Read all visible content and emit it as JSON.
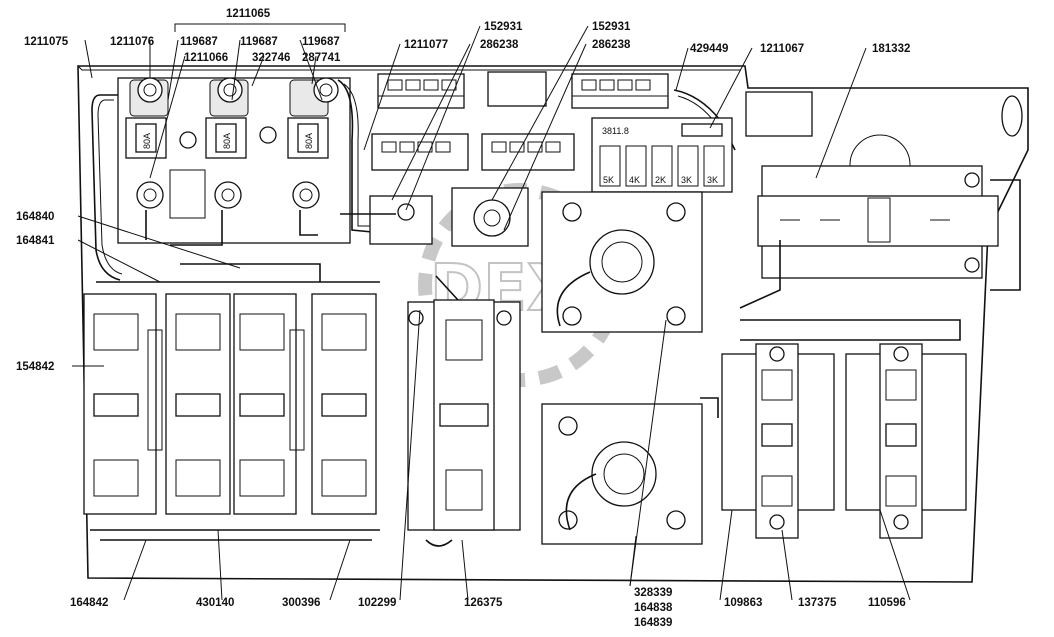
{
  "watermark": "DEX",
  "part_labels": {
    "p1211065": "1211065",
    "p1211075": "1211075",
    "p1211076": "1211076",
    "p119687_a": "119687",
    "p119687_b": "119687",
    "p119687_c": "119687",
    "p1211066": "1211066",
    "p322746": "322746",
    "p287741": "287741",
    "p1211077": "1211077",
    "p152931_a": "152931",
    "p286238_a": "286238",
    "p152931_b": "152931",
    "p286238_b": "286238",
    "p429449": "429449",
    "p1211067": "1211067",
    "p181332": "181332",
    "p164840": "164840",
    "p164841": "164841",
    "p154842": "154842",
    "p164842": "164842",
    "p430140": "430140",
    "p300396": "300396",
    "p102299": "102299",
    "p126375": "126375",
    "p328339": "328339",
    "p164838": "164838",
    "p164839": "164839",
    "p109863": "109863",
    "p137375": "137375",
    "p110596": "110596"
  },
  "fuse_labels": {
    "f1": "80A",
    "f2": "80A",
    "f3": "80A"
  },
  "relay_block": {
    "code": "3811.8",
    "slots": [
      "5K",
      "4K",
      "2K",
      "3K",
      "3K"
    ]
  }
}
